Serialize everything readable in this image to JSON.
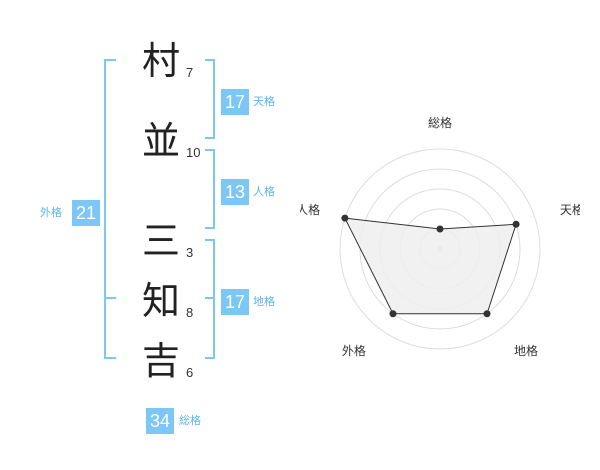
{
  "colors": {
    "accent": "#7cc7f5",
    "label": "#5bb5ea",
    "text": "#222222",
    "radar_fill": "#efefef",
    "radar_line": "#333333",
    "ring": "#dddddd"
  },
  "name": {
    "characters": [
      {
        "char": "村",
        "strokes": "7"
      },
      {
        "char": "並",
        "strokes": "10"
      },
      {
        "char": "三",
        "strokes": "3"
      },
      {
        "char": "知",
        "strokes": "8"
      },
      {
        "char": "吉",
        "strokes": "6"
      }
    ]
  },
  "fortunes": {
    "tenkaku": {
      "value": "17",
      "label": "天格"
    },
    "jinkaku": {
      "value": "13",
      "label": "人格"
    },
    "chikaku": {
      "value": "17",
      "label": "地格"
    },
    "gaikaku": {
      "value": "21",
      "label": "外格"
    },
    "soukaku": {
      "value": "34",
      "label": "総格"
    }
  },
  "radar": {
    "axes": [
      "総格",
      "天格",
      "地格",
      "外格",
      "人格"
    ],
    "scores": [
      1,
      4,
      4,
      4,
      5
    ],
    "max": 5
  }
}
